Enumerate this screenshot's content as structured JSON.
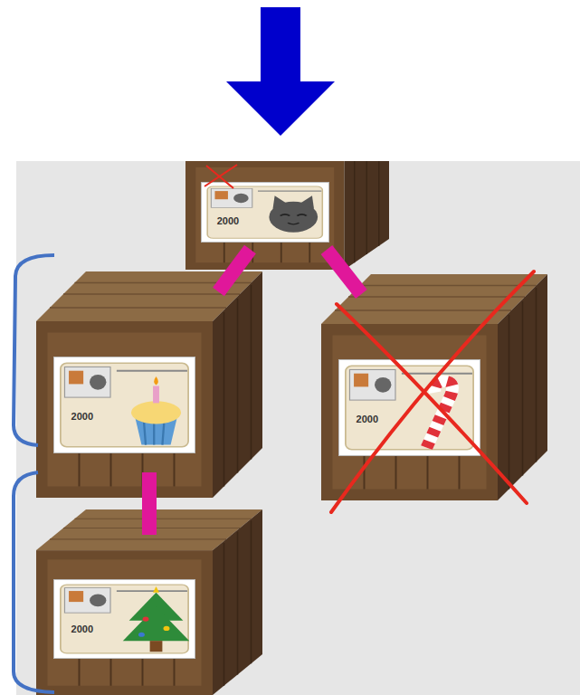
{
  "diagram": {
    "nodes": [
      {
        "text": [
          "2000"
        ]
      },
      {
        "text": [
          "2000"
        ]
      },
      {
        "text": [
          "2000"
        ]
      },
      {
        "text": [
          "2000"
        ]
      }
    ],
    "edges": [
      {
        "from": 0,
        "to": 1,
        "arrow": "none"
      },
      {
        "from": 0,
        "to": 2,
        "arrow": "none"
      },
      {
        "from": 1,
        "to": 3,
        "arrow": "none"
      }
    ]
  }
}
